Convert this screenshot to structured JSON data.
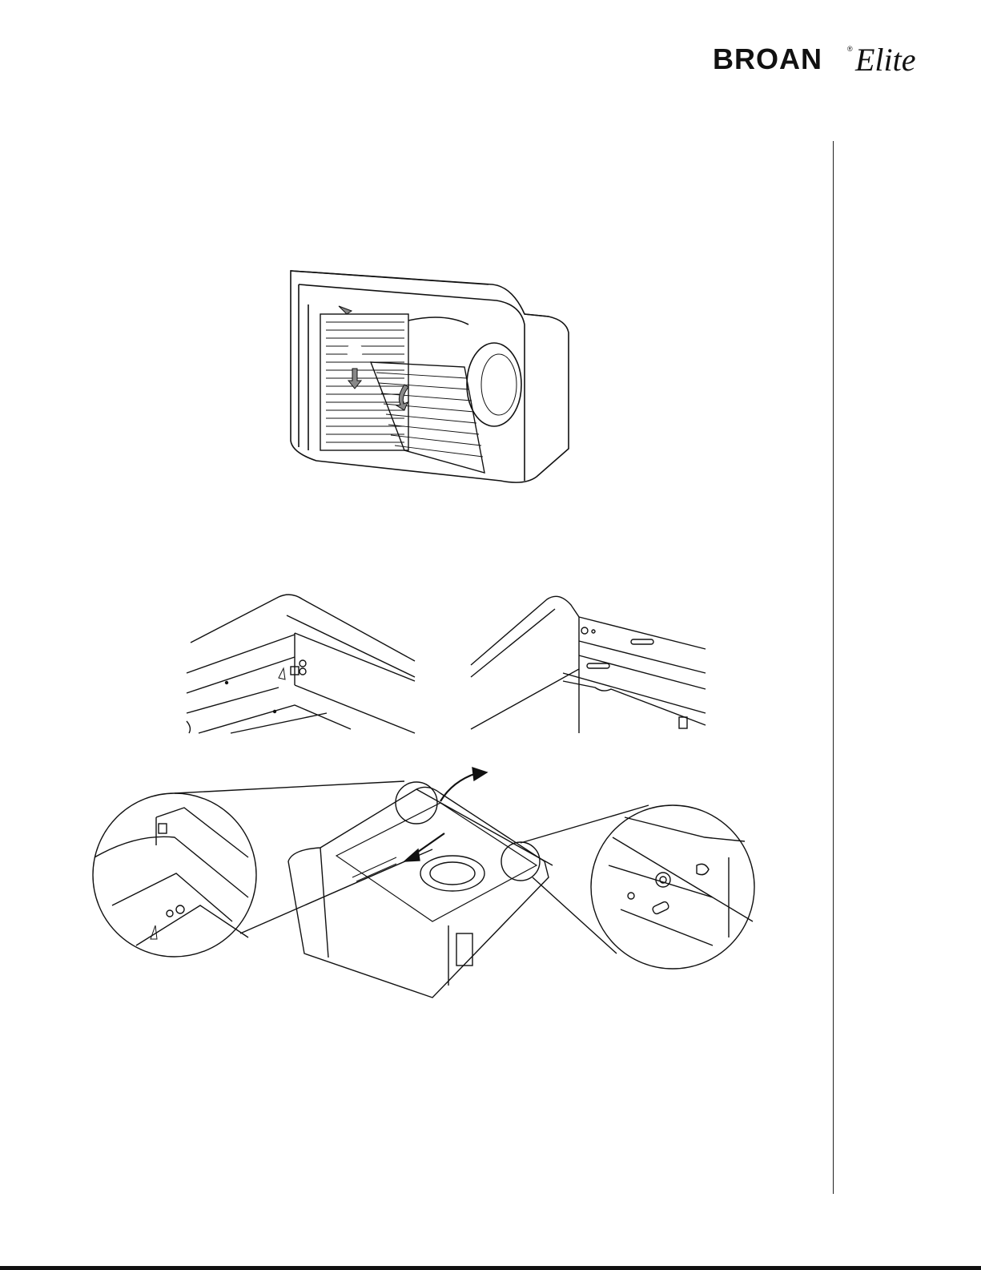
{
  "header": {
    "brand_logo": "BROAN",
    "brand_script": "Elite",
    "brand_registered": "®"
  },
  "figures": [
    {
      "id": "grille-removal",
      "icon": "range-hood-filter-removal-illustration"
    },
    {
      "id": "hood-corner-left-detail",
      "icon": "hood-corner-screw-illustration"
    },
    {
      "id": "hood-corner-right-detail",
      "icon": "hood-corner-keyhole-illustration"
    },
    {
      "id": "hood-install-overview",
      "icon": "hood-bottom-view-with-magnified-details"
    }
  ],
  "colors": {
    "line": "#111111",
    "arrow_fill": "#888888",
    "background": "#ffffff"
  }
}
